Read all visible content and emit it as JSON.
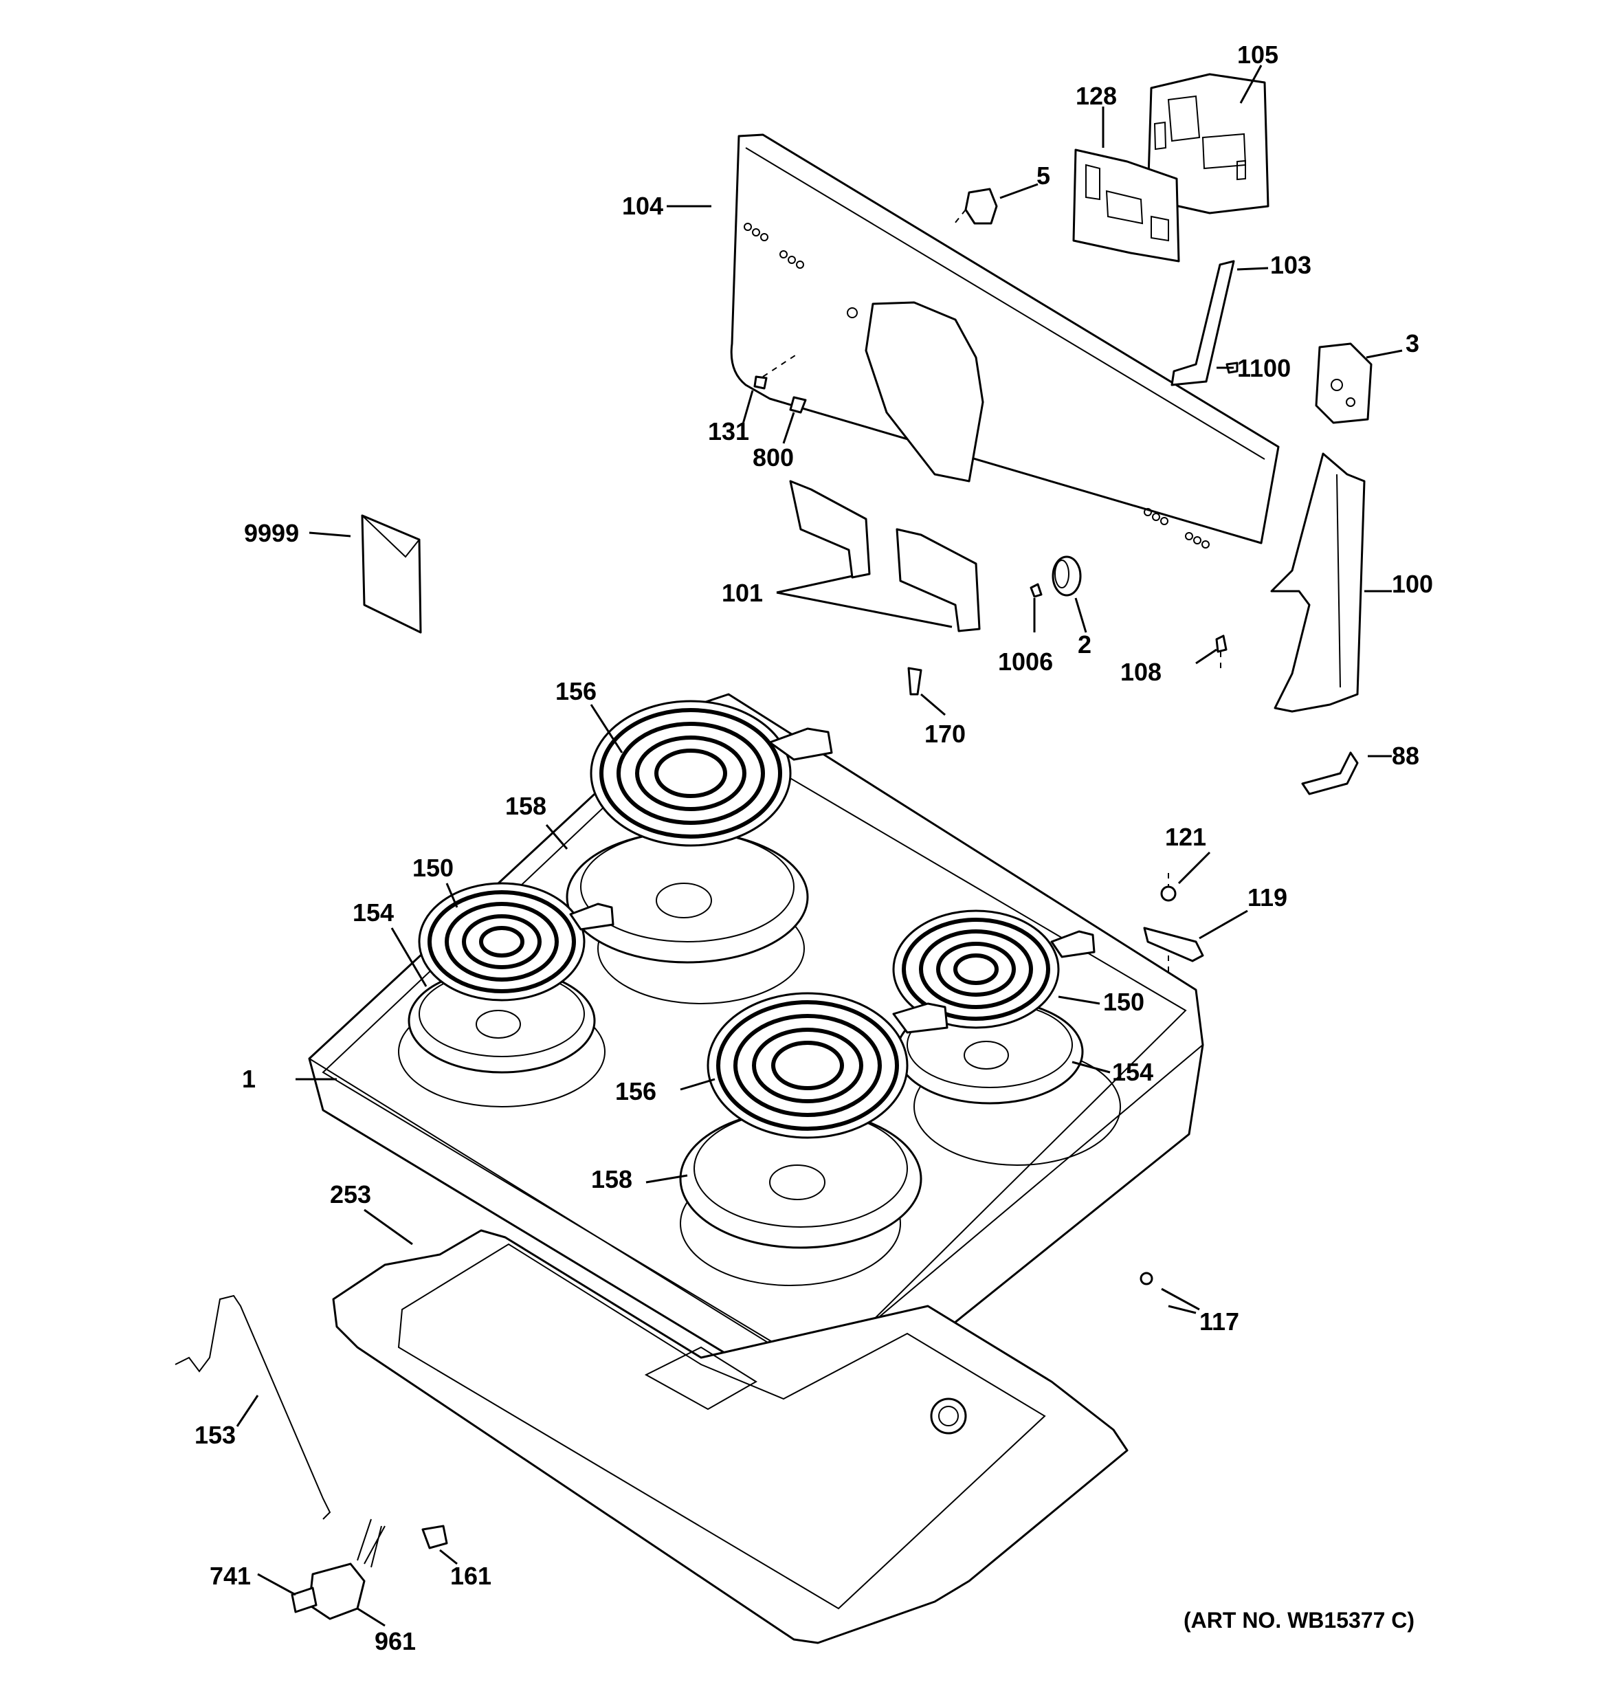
{
  "labels": {
    "p105": "105",
    "p128": "128",
    "p5": "5",
    "p104": "104",
    "p103": "103",
    "p3": "3",
    "p1100": "1100",
    "p131": "131",
    "p800": "800",
    "p9999": "9999",
    "p101": "101",
    "p100": "100",
    "p1006": "1006",
    "p2": "2",
    "p108": "108",
    "p156a": "156",
    "p170": "170",
    "p88": "88",
    "p158a": "158",
    "p150a": "150",
    "p121": "121",
    "p154a": "154",
    "p119": "119",
    "p150b": "150",
    "p1": "1",
    "p156b": "156",
    "p154b": "154",
    "p158b": "158",
    "p253": "253",
    "p117": "117",
    "p153": "153",
    "p161": "161",
    "p741": "741",
    "p961": "961"
  },
  "art_number": "(ART NO. WB15377 C)"
}
